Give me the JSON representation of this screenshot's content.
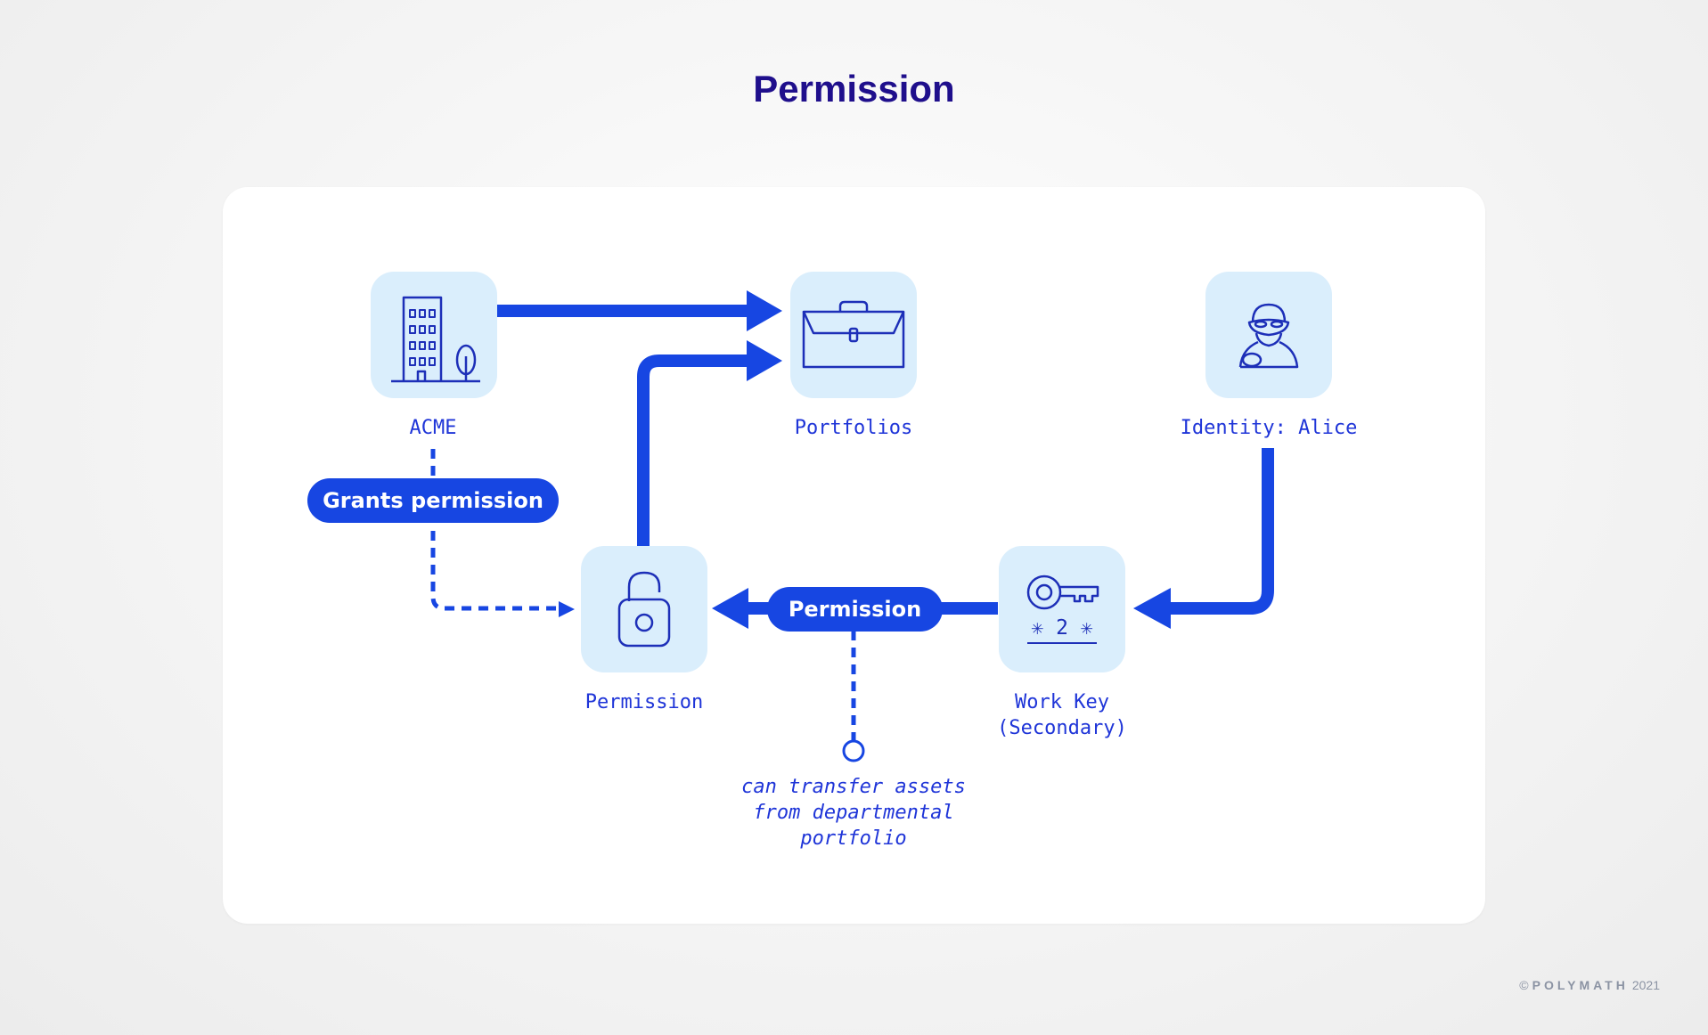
{
  "title": "Permission",
  "nodes": {
    "acme": {
      "label": "ACME",
      "icon": "office-building-icon"
    },
    "portfolios": {
      "label": "Portfolios",
      "icon": "briefcase-icon"
    },
    "identity": {
      "label": "Identity: Alice",
      "icon": "masked-person-icon"
    },
    "permission": {
      "label": "Permission",
      "icon": "padlock-icon"
    },
    "work_key": {
      "label": "Work Key\n(Secondary)",
      "icon": "key-icon",
      "key_code": "✳ 2 ✳"
    }
  },
  "pills": {
    "grants": "Grants permission",
    "permission": "Permission"
  },
  "note": "can transfer assets\nfrom departmental\nportfolio",
  "footer": {
    "copyright": "©",
    "brand": "POLYMATH",
    "year": "2021"
  },
  "colors": {
    "accent": "#1746e2",
    "title": "#1f0f8c",
    "icon_stroke": "#1d2fb8",
    "node_bg": "#daeefc"
  }
}
